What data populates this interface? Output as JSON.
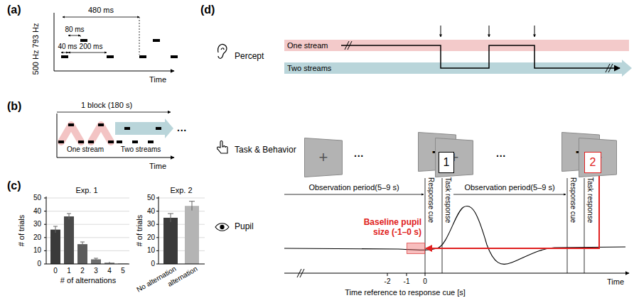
{
  "diagram": {
    "nodes": [
      {
        "text": [
          "+"
        ]
      },
      {
        "text": [
          "+"
        ]
      },
      {
        "text": [
          "+"
        ]
      },
      {
        "text": [
          "+"
        ]
      },
      {
        "text": [
          "+"
        ]
      },
      {
        "text": [
          "1"
        ]
      },
      {
        "text": [
          "2"
        ]
      },
      {
        "text": [
          "Baseline pupil size (-1–0 s)"
        ]
      }
    ],
    "edges": [
      {
        "from": 6,
        "to": 7,
        "arrow": "to"
      }
    ],
    "labels": [
      "(a)",
      "480 ms",
      "80 ms",
      "40 ms",
      "200 ms",
      "793 Hz",
      "500 Hz",
      "Time",
      "(b)",
      "1 block (180 s)",
      "One stream",
      "Two streams",
      "Time",
      "···",
      "(c)",
      "Exp. 1",
      "# of trials",
      "50",
      "40",
      "30",
      "20",
      "10",
      "0",
      "0",
      "1",
      "2",
      "3",
      "4",
      "5",
      "# of alternations",
      "Exp. 2",
      "# of trials",
      "50",
      "40",
      "30",
      "20",
      "10",
      "0",
      "No alternation",
      "alternation",
      "(d)",
      "Percept",
      "One stream",
      "Two streams",
      "Task & Behavior",
      "···",
      "···",
      "Pupil",
      "Observation period(5–9 s)",
      "Observation period(5–9 s)",
      "Response cue",
      "Task response",
      "Response cue",
      "Task response",
      "-2",
      "-1",
      "0",
      "Time reference to response cue [s]",
      "Time"
    ]
  }
}
